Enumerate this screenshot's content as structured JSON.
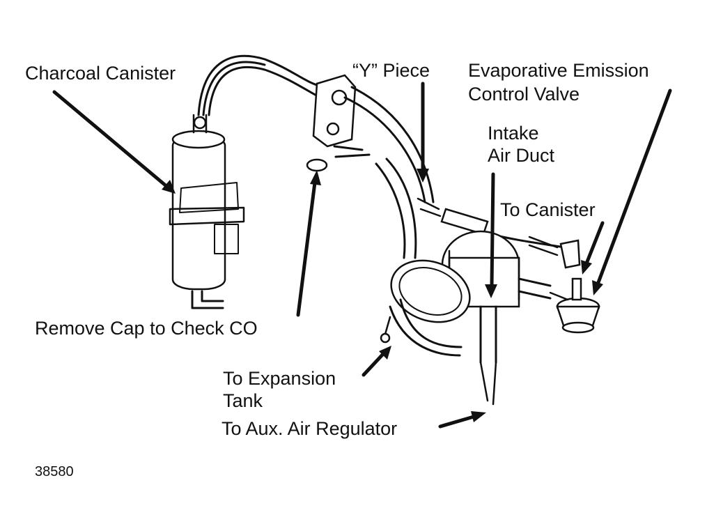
{
  "labels": {
    "charcoal_canister": "Charcoal Canister",
    "y_piece": "“Y” Piece",
    "evap_valve_line1": "Evaporative Emission",
    "evap_valve_line2": "Control Valve",
    "intake_line1": "Intake",
    "intake_line2": "Air Duct",
    "to_canister": "To Canister",
    "remove_cap": "Remove Cap to Check CO",
    "expansion_line1": "To Expansion",
    "expansion_line2": "Tank",
    "aux_air": "To Aux. Air Regulator",
    "figure_number": "38580"
  },
  "colors": {
    "ink": "#111111",
    "paper": "#ffffff"
  }
}
